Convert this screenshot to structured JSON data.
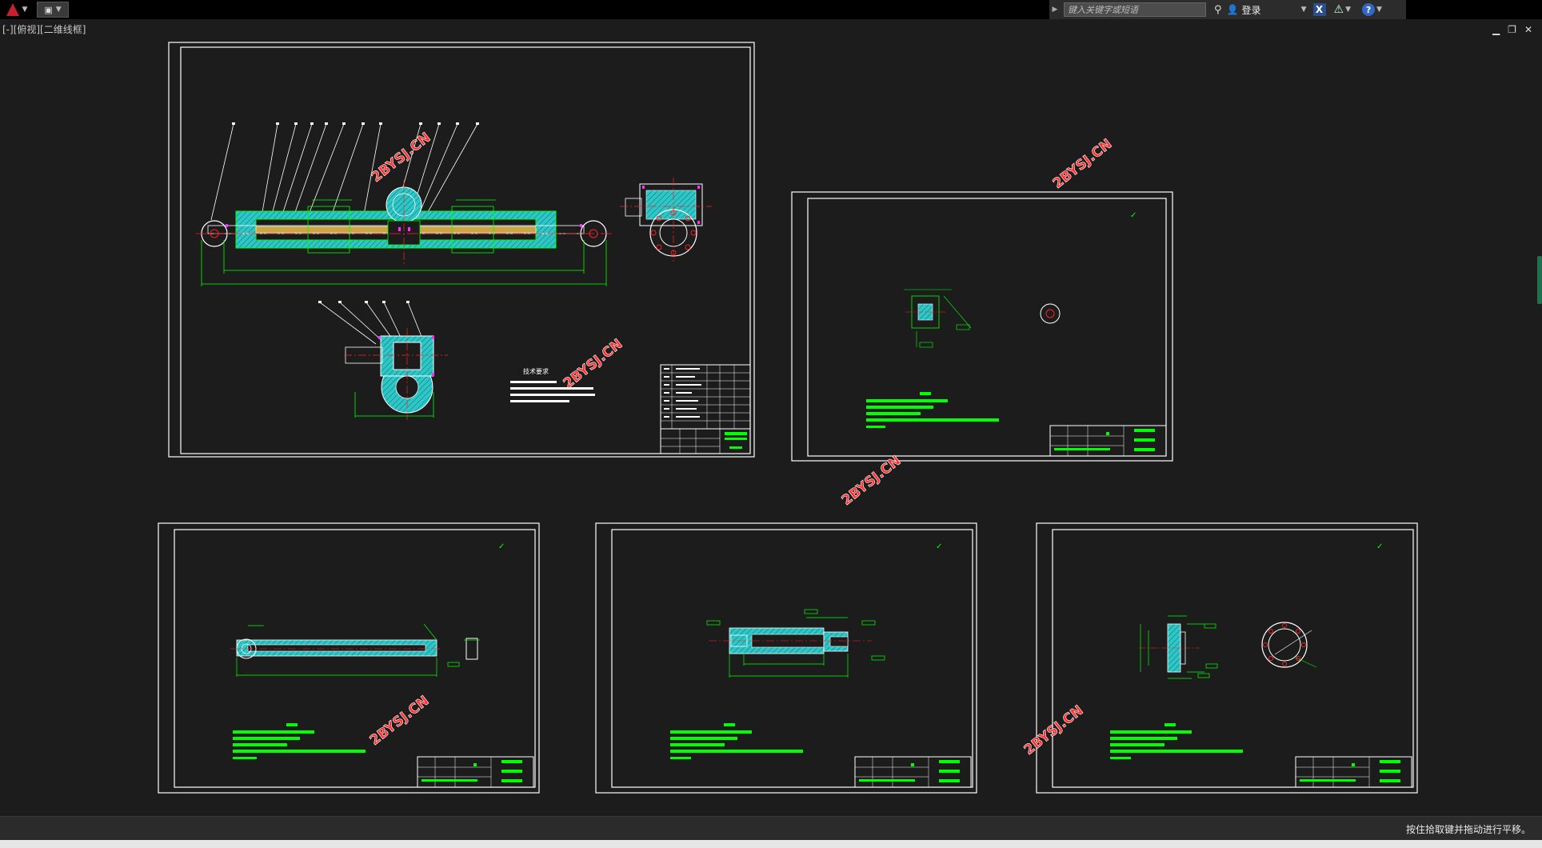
{
  "toolbar": {
    "search_placeholder": "键入关键字或短语",
    "login_label": "登录"
  },
  "viewport": {
    "label": "[-][俯视][二维线框]"
  },
  "drawing": {
    "watermark": "2BYSJ.CN",
    "tech_req_title": "技术要求"
  },
  "status": {
    "prompt": "按住拾取键并拖动进行平移。"
  },
  "colors": {
    "background": "#1c1c1c",
    "line_white": "#ffffff",
    "line_green": "#00ff00",
    "hatch_cyan": "#2ec6c6",
    "center_red": "#ff2020",
    "watermark_red": "#ff3030",
    "magenta": "#ff30ff"
  }
}
